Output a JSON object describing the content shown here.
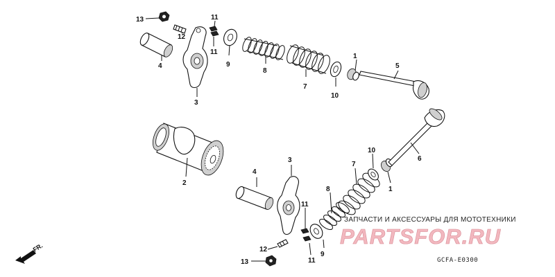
{
  "callouts": {
    "c13_top": "13",
    "c4_top": "4",
    "c12_top": "12",
    "c3_top": "3",
    "c11_top_a": "11",
    "c11_top_b": "11",
    "c9_top": "9",
    "c8_top": "8",
    "c7_top": "7",
    "c10_top": "10",
    "c1_top": "1",
    "c5": "5",
    "c2": "2",
    "c4_bot": "4",
    "c3_bot": "3",
    "c8_bot": "8",
    "c7_bot": "7",
    "c10_bot": "10",
    "c1_bot": "1",
    "c6": "6",
    "c11_bot_a": "11",
    "c11_bot_b": "11",
    "c9_bot": "9",
    "c12_bot": "12",
    "c13_bot": "13"
  },
  "front_arrow_label": "FR.",
  "watermark": {
    "tagline": "ЗАПЧАСТИ И АКСЕССУАРЫ ДЛЯ МОТОТЕХНИКИ",
    "logo": "PARTSFOR.RU"
  },
  "diagram_code": "GCFA-E0300"
}
